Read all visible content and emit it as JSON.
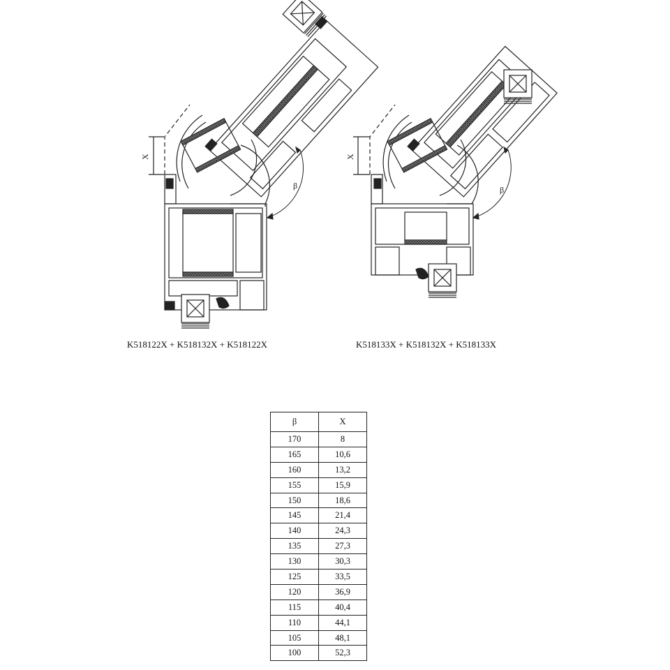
{
  "drawings": [
    {
      "caption": "K518122X + K518132X + K518122X",
      "dimension_label": "X",
      "angle_label": "β"
    },
    {
      "caption": "K518133X + K518132X + K518133X",
      "dimension_label": "X",
      "angle_label": "β"
    }
  ],
  "table": {
    "headers": [
      "β",
      "X"
    ],
    "rows": [
      [
        "170",
        "8"
      ],
      [
        "165",
        "10,6"
      ],
      [
        "160",
        "13,2"
      ],
      [
        "155",
        "15,9"
      ],
      [
        "150",
        "18,6"
      ],
      [
        "145",
        "21,4"
      ],
      [
        "140",
        "24,3"
      ],
      [
        "135",
        "27,3"
      ],
      [
        "130",
        "30,3"
      ],
      [
        "125",
        "33,5"
      ],
      [
        "120",
        "36,9"
      ],
      [
        "115",
        "40,4"
      ],
      [
        "110",
        "44,1"
      ],
      [
        "105",
        "48,1"
      ],
      [
        "100",
        "52,3"
      ]
    ]
  }
}
